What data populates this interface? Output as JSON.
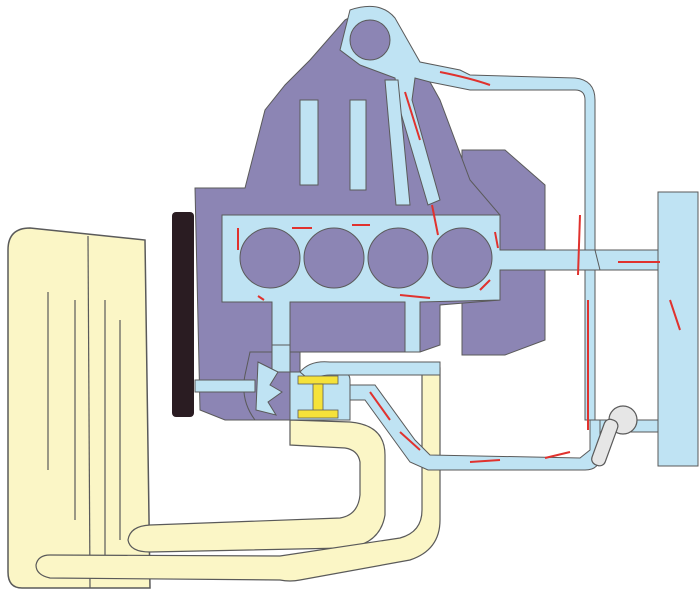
{
  "diagram": {
    "kind": "engine cooling system cutaway",
    "colors": {
      "engine_block": "#8c85b4",
      "coolant": "#bfe3f3",
      "radiator": "#fbf6c6",
      "fan_belt": "#2a1c22",
      "thermostat": "#f5e23a",
      "flow_marks": "#e0322e",
      "outline": "#5a5a5a",
      "valve": "#e6e6e6"
    },
    "components": [
      "engine-block",
      "cylinder-head-upper-part",
      "coolant-jacket",
      "cylinders",
      "thermostat",
      "water-pump",
      "fan-pulley",
      "radiator",
      "radiator-hoses",
      "heater-core",
      "heater-valve",
      "bypass-line",
      "flow-arrows"
    ],
    "cylinder_count": 4
  }
}
